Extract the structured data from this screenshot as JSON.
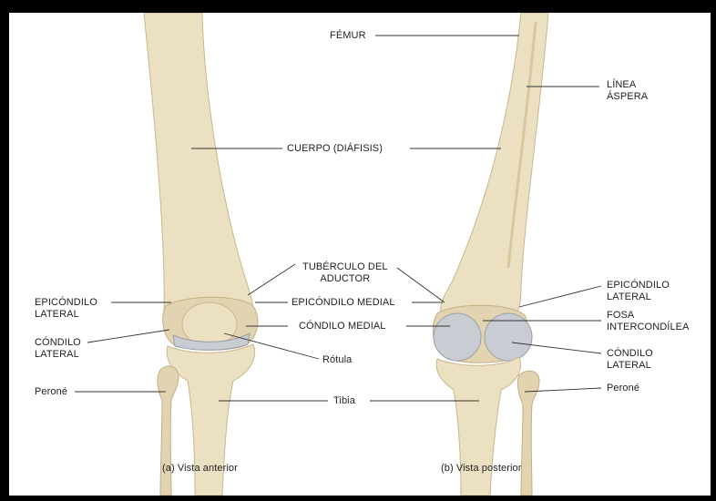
{
  "labels": {
    "femur": "FÉMUR",
    "linea_aspera": [
      "LÍNEA",
      "ÁSPERA"
    ],
    "cuerpo": "CUERPO (DIÁFISIS)",
    "tuberculo": [
      "TUBÉRCULO DEL",
      "ADUCTOR"
    ],
    "epicondilo_lateral_left": [
      "EPICÓNDILO",
      "LATERAL"
    ],
    "epicondilo_medial": "EPICÓNDILO MEDIAL",
    "epicondilo_lateral_right": [
      "EPICÓNDILO",
      "LATERAL"
    ],
    "condilo_medial": "CÓNDILO MEDIAL",
    "fosa": [
      "FOSA",
      "INTERCONDÍLEA"
    ],
    "condilo_lateral_left": [
      "CÓNDILO",
      "LATERAL"
    ],
    "condilo_lateral_right": [
      "CÓNDILO",
      "LATERAL"
    ],
    "rotula": "Rótula",
    "perone_left": "Peroné",
    "perone_right": "Peroné",
    "tibia": "Tibia"
  },
  "captions": {
    "anterior": "(a) Vista anterior",
    "posterior": "(b) Vista posterior"
  },
  "colors": {
    "bone": "#ece0c2",
    "bone_shadow": "#e3d4b1",
    "cartilage": "#c9cdd3",
    "background": "#ffffff",
    "border": "#000000"
  }
}
